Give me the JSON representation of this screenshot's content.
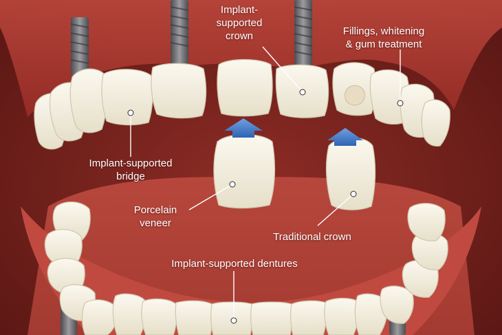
{
  "labels": {
    "implant_supported_crown": [
      "Implant-",
      "supported",
      "crown"
    ],
    "fillings_whitening": [
      "Fillings, whitening",
      "& gum treatment"
    ],
    "implant_supported_bridge": [
      "Implant-supported",
      "bridge"
    ],
    "porcelain_veneer": [
      "Porcelain",
      "veneer"
    ],
    "traditional_crown": [
      "Traditional crown"
    ],
    "implant_supported_dentures": [
      "Implant-supported dentures"
    ]
  },
  "colors": {
    "background": "#6d1f1b",
    "gum": "#b23a32",
    "tooth": "#f3eedf",
    "arrow": "#3e78c8",
    "screw": "#6f6f73",
    "label_text": "#ffffff"
  }
}
